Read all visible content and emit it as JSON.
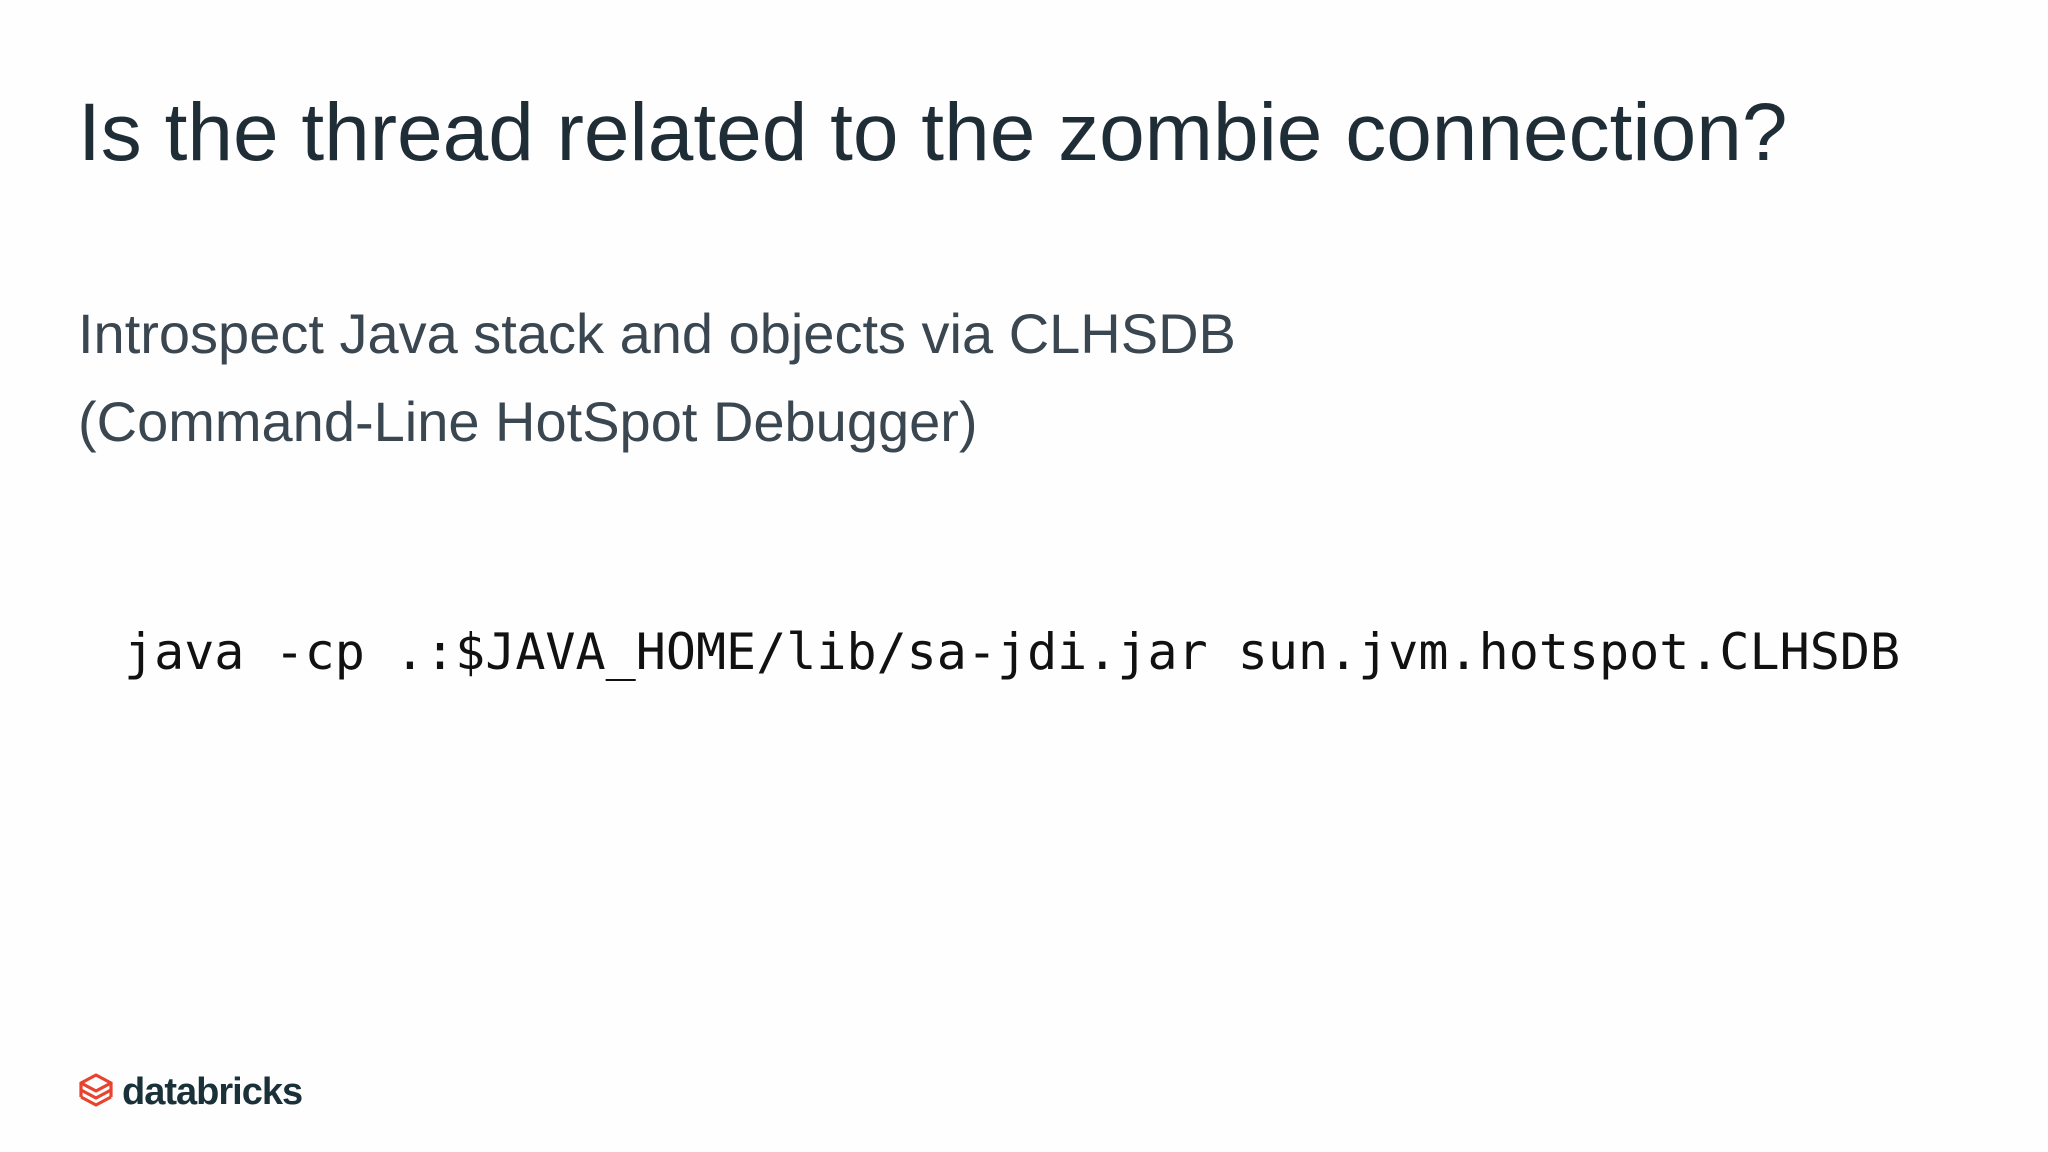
{
  "slide": {
    "title": "Is the thread related to the zombie connection?",
    "subtitle_lines": [
      "Introspect Java stack and objects via CLHSDB",
      "(Command-Line HotSpot Debugger)"
    ],
    "code": "java -cp .:$JAVA_HOME/lib/sa-jdi.jar sun.jvm.hotspot.CLHSDB"
  },
  "brand": {
    "name": "databricks",
    "icon": "databricks-logo-icon",
    "icon_color": "#e8432f",
    "text_color": "#1b3139"
  },
  "colors": {
    "title": "#1f2d36",
    "subtitle": "#3a4650",
    "code": "#111111",
    "background": "#fefefe"
  }
}
